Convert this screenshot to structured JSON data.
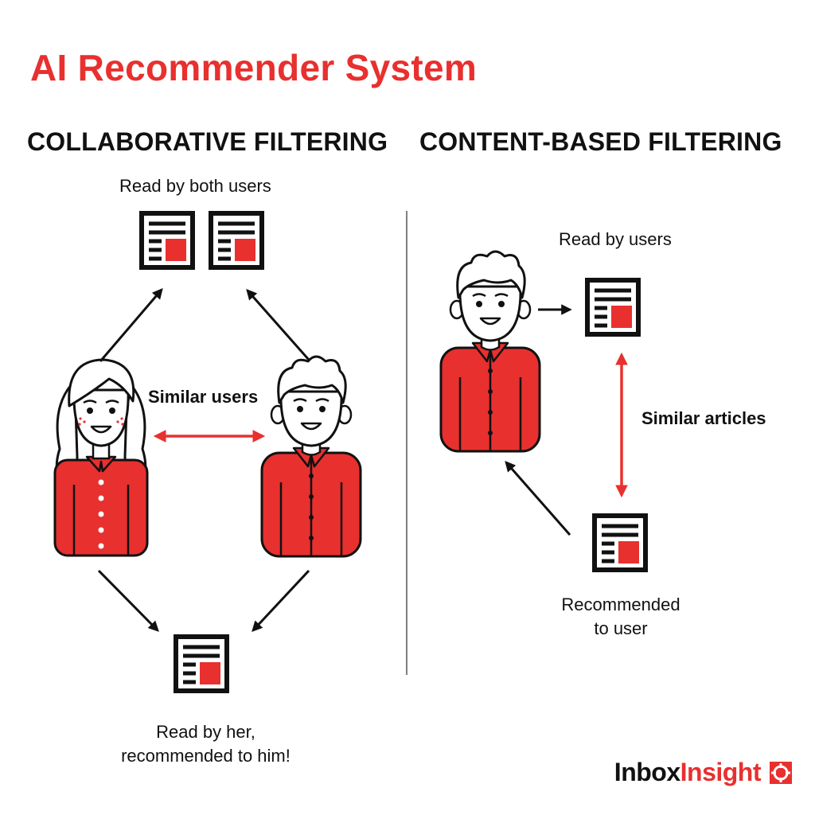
{
  "title": "AI Recommender System",
  "collaborative": {
    "heading": "COLLABORATIVE FILTERING",
    "top_label": "Read by both users",
    "similar_label": "Similar users",
    "bottom_label": "Read by her,\nrecommended to him!"
  },
  "content_based": {
    "heading": "CONTENT-BASED FILTERING",
    "top_label": "Read by users",
    "similar_label": "Similar articles",
    "bottom_label": "Recommended\nto user"
  },
  "logo": {
    "part1": "Inbox",
    "part2": "Insight"
  },
  "colors": {
    "accent": "#e8302f",
    "ink": "#111111"
  }
}
